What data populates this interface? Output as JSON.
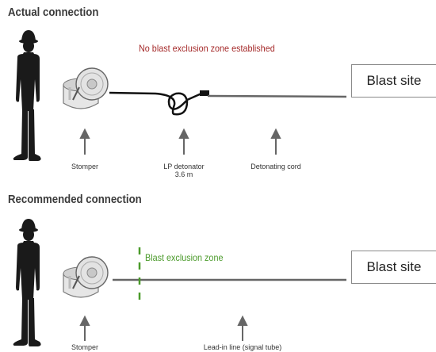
{
  "actual": {
    "heading": "Actual connection",
    "warning": "No blast exclusion zone established",
    "blast_site": "Blast site",
    "labels": {
      "stomper": "Stomper",
      "detonator_line1": "LP detonator",
      "detonator_line2": "3.6 m",
      "cord": "Detonating cord"
    }
  },
  "recommended": {
    "heading": "Recommended connection",
    "zone": "Blast exclusion zone",
    "blast_site": "Blast site",
    "labels": {
      "stomper": "Stomper",
      "leadin": "Lead-in line (signal tube)"
    }
  },
  "colors": {
    "warning": "#a52a2a",
    "zone": "#4a9a2a",
    "line": "#666666",
    "figure": "#1a1a1a"
  },
  "icons": [
    "worker-silhouette-icon",
    "stomper-device-icon",
    "arrow-up-icon",
    "detonator-coil-icon"
  ]
}
